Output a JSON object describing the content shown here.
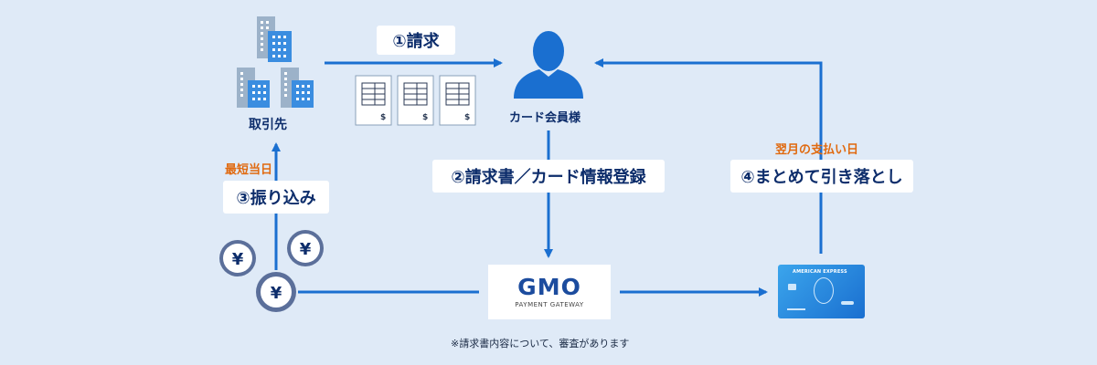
{
  "nodes": {
    "client_label": "取引先",
    "member_label": "カード会員様"
  },
  "steps": {
    "step1": "①請求",
    "step2": "②請求書／カード情報登録",
    "step3": "③振り込み",
    "step3_note": "最短当日",
    "step4": "④まとめて引き落とし",
    "step4_note": "翌月の支払い日"
  },
  "gmo": {
    "logo": "GMO",
    "sub": "PAYMENT GATEWAY"
  },
  "card": {
    "brand": "AMERICAN EXPRESS"
  },
  "invoice_symbol": "$",
  "coin_symbol": "¥",
  "footnote": "※請求書内容について、審査があります",
  "colors": {
    "accent": "#1a6fd0",
    "navy": "#0d2d6b",
    "orange": "#e06a10",
    "background": "#dfeaf7"
  }
}
